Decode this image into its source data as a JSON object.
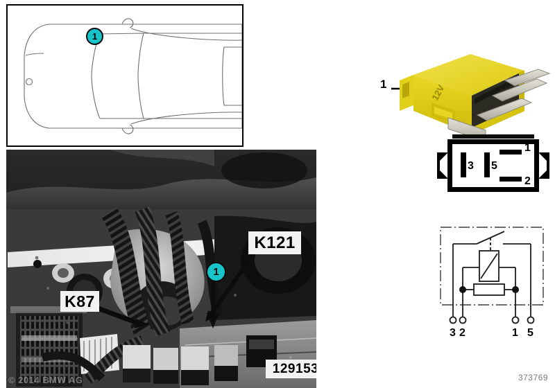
{
  "page": {
    "corner_number": "373769",
    "watermark": "© 2014 BMW AG",
    "accent_color": "#17c4c9",
    "relay_body_color": "#e8d21c"
  },
  "car_view": {
    "name": "vehicle-plan-view",
    "marker_label": "1"
  },
  "photo_view": {
    "name": "engine-bay-photo",
    "marker_label": "1",
    "callouts": [
      {
        "label": "K121",
        "name": "callout-k121"
      },
      {
        "label": "K87",
        "name": "callout-k87"
      }
    ],
    "image_number": "129153"
  },
  "relay": {
    "lead_label": "1",
    "body_marking": "12V",
    "pin_layout": {
      "title": "relay-pin-layout",
      "pins": [
        "1",
        "2",
        "3",
        "5"
      ],
      "top_right_pin": "1",
      "bottom_right_pin": "2",
      "left_pin": "3",
      "middle_pin": "5"
    },
    "schematic": {
      "title": "relay-circuit-schematic",
      "terminals": [
        "3",
        "2",
        "1",
        "5"
      ]
    }
  }
}
